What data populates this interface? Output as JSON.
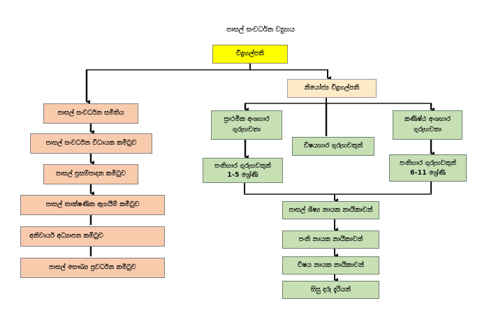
{
  "title": "පාසල් සංවර්ධන ව්‍යුහය",
  "principal": "විදුහල්පති",
  "deputy_principal": "නියෝජ්‍ය විදුහල්පති",
  "left_committees": [
    "පාසල් සංවර්ධන සමිතිය",
    "පාසල් සංවර්ධන විධායක කමිටුව",
    "පාසල් ප්‍රසම්පාදන කමිටුව",
    "පාසල් තාක්ෂණික ඇගයීම් කමිටුව",
    "අනිවාර්ය අධ්‍යාපන කමිටුව",
    "පාසල් සෞඛ්‍ය ප්‍රවර්ධන කමිටුව"
  ],
  "primary": {
    "section_head_line1": "ප්‍රාථමික අංශභාර",
    "section_head_line2": "ගුරුභවතා",
    "class_teachers_line1": "පංතිභාර ගුරුභවතුන්",
    "class_teachers_line2": "1-5 ශ්‍රේණි"
  },
  "subject_teachers": "විෂයභාර ගුරුභවතුන්",
  "secondary": {
    "section_head_line1": "කණිෂ්ඨ අංශභාර",
    "section_head_line2": "ගුරුභවතා",
    "class_teachers_line1": "පංතිභාර ගුරුභවතුන්",
    "class_teachers_line2": "6-11 ශ්‍රේණි"
  },
  "student_chain": [
    "පාසල් ශිෂ්‍ය නායක නායිකාවන්",
    "පංති නායක නායිකාවන්",
    "විෂය නායක නායිකාවන්",
    "සිසු දරු දැරියන්"
  ],
  "colors": {
    "principal": "#ffff00",
    "deputy": "#fdebc8",
    "committee": "#f9cbad",
    "teacher": "#c6e0b4",
    "line": "#111111"
  }
}
